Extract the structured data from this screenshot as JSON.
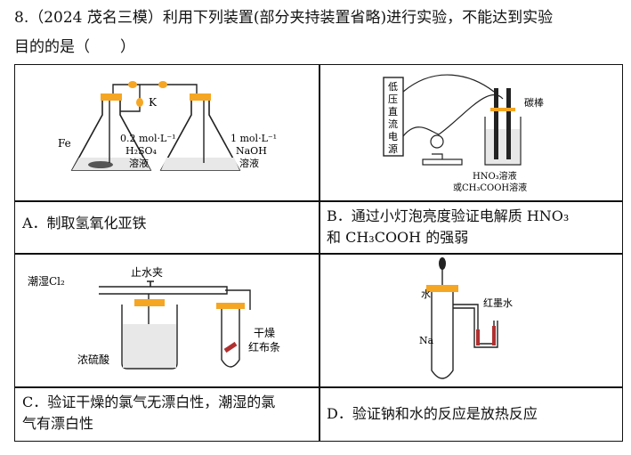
{
  "question": {
    "line1": "8.（2024 茂名三模）利用下列装置(部分夹持装置省略)进行实验，不能达到实验",
    "line2": "目的的是（　　）"
  },
  "options": {
    "A": {
      "text": "A．制取氢氧化亚铁"
    },
    "B": {
      "text_line1": "B．通过小灯泡亮度验证电解质 HNO₃",
      "text_line2": "和 CH₃COOH 的强弱"
    },
    "C": {
      "text_line1": "C．验证干燥的氯气无漂白性，潮湿的氯",
      "text_line2": "气有漂白性"
    },
    "D": {
      "text": "D．验证钠和水的反应是放热反应"
    }
  },
  "figures": {
    "A": {
      "k": "K",
      "fe": "Fe",
      "left1": "0.2 mol·L⁻¹",
      "left2": "H₂SO₄",
      "left3": "溶液",
      "right1": "1 mol·L⁻¹",
      "right2": "NaOH",
      "right3": "溶液"
    },
    "B": {
      "power": [
        "低",
        "压",
        "直",
        "流",
        "电",
        "源"
      ],
      "rod": "碳棒",
      "sol1": "HNO₃溶液",
      "sol2": "或CH₃COOH溶液"
    },
    "C": {
      "wet": "潮湿Cl₂",
      "clamp": "止水夹",
      "acid": "浓硫酸",
      "dry1": "干燥",
      "dry2": "红布条"
    },
    "D": {
      "water": "水",
      "ink": "红墨水",
      "na": "Na"
    }
  },
  "colors": {
    "stopper": "#f5a623",
    "line": "#222222",
    "liquid": "#e8e8e8",
    "cloth": "#b03030"
  }
}
